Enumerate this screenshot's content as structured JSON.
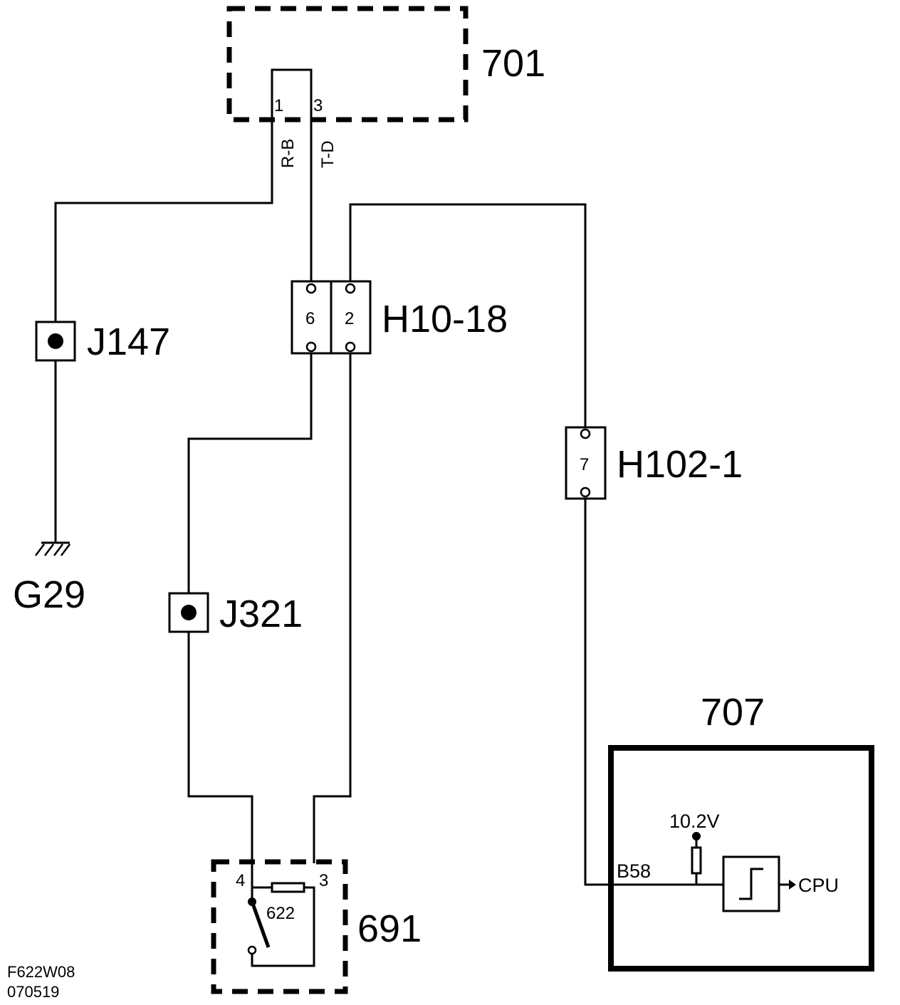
{
  "components": {
    "c701": "701",
    "c707": "707",
    "c691": "691",
    "c622": "622"
  },
  "connectors": {
    "h10_18": {
      "label": "H10-18",
      "pin_a": "6",
      "pin_b": "2"
    },
    "h102_1": {
      "label": "H102-1",
      "pin": "7"
    }
  },
  "splices": {
    "j147": "J147",
    "j321": "J321"
  },
  "ground": "G29",
  "pins": {
    "c701_pin1": "1",
    "c701_pin3": "3",
    "c691_pin4": "4",
    "c691_pin3": "3",
    "c707_b58": "B58"
  },
  "wires": {
    "rb": "R-B",
    "td": "T-D"
  },
  "ecu": {
    "voltage": "10.2V",
    "cpu": "CPU"
  },
  "footer": {
    "code": "F622W08",
    "date": "070519"
  },
  "colors": {
    "ink": "#000000",
    "paper": "#ffffff"
  }
}
